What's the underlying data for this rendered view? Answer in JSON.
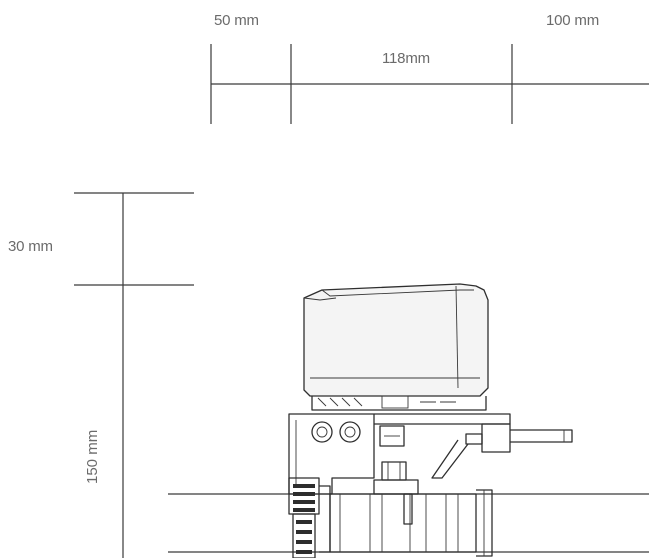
{
  "dimensions": {
    "top_left_clearance": "50 mm",
    "device_width": "118mm",
    "top_right_clearance": "100 mm",
    "top_clearance": "30 mm",
    "device_height": "150 mm"
  }
}
